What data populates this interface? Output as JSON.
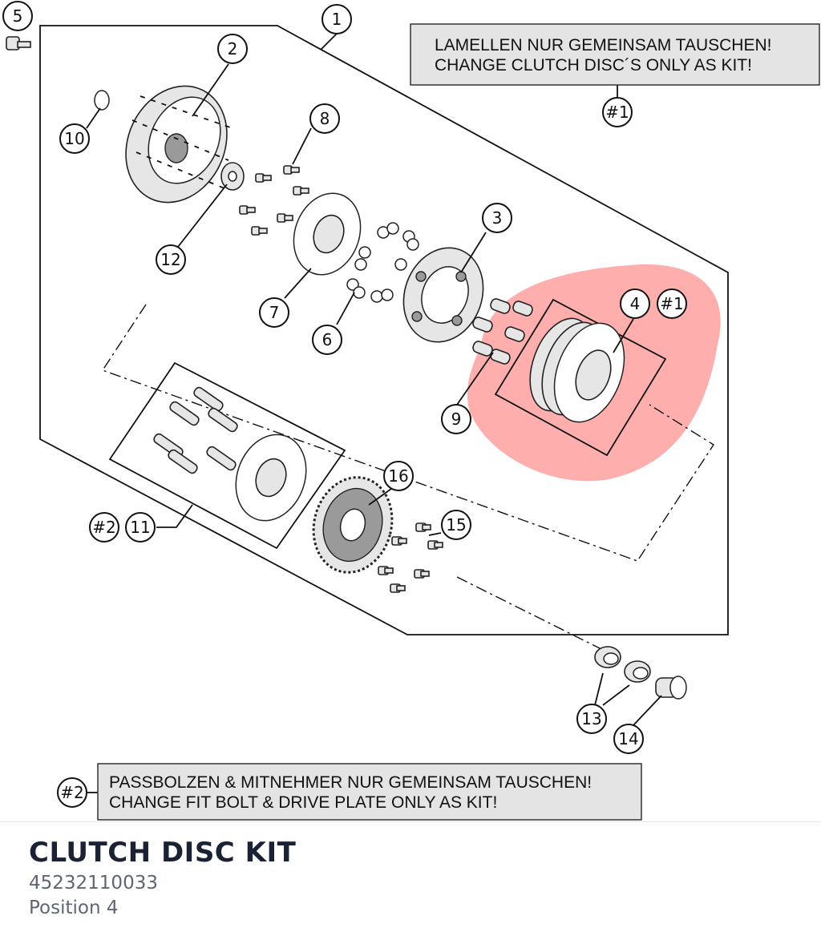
{
  "product": {
    "name": "CLUTCH DISC KIT",
    "part_number": "45232110033",
    "position": "Position 4"
  },
  "notes": {
    "n1": {
      "line1": "LAMELLEN NUR GEMEINSAM TAUSCHEN!",
      "line2": "CHANGE CLUTCH DISC´S ONLY AS KIT!",
      "ref": "#1"
    },
    "n2": {
      "line1": "PASSBOLZEN & MITNEHMER NUR GEMEINSAM TAUSCHEN!",
      "line2": "CHANGE FIT BOLT & DRIVE PLATE ONLY AS KIT!",
      "ref": "#2"
    }
  },
  "callouts": {
    "c1": "1",
    "c2": "2",
    "c3": "3",
    "c4": "4",
    "c5": "5",
    "c6": "6",
    "c7": "7",
    "c8": "8",
    "c9": "9",
    "c10": "10",
    "c11": "11",
    "c12": "12",
    "c13": "13",
    "c14": "14",
    "c15": "15",
    "c16": "16",
    "k1": "#1",
    "k1b": "#1",
    "k2": "#2",
    "k2b": "#2"
  },
  "colors": {
    "highlight": "#ff6b6b",
    "title": "#1a2233",
    "subtitle": "#5d6675"
  }
}
